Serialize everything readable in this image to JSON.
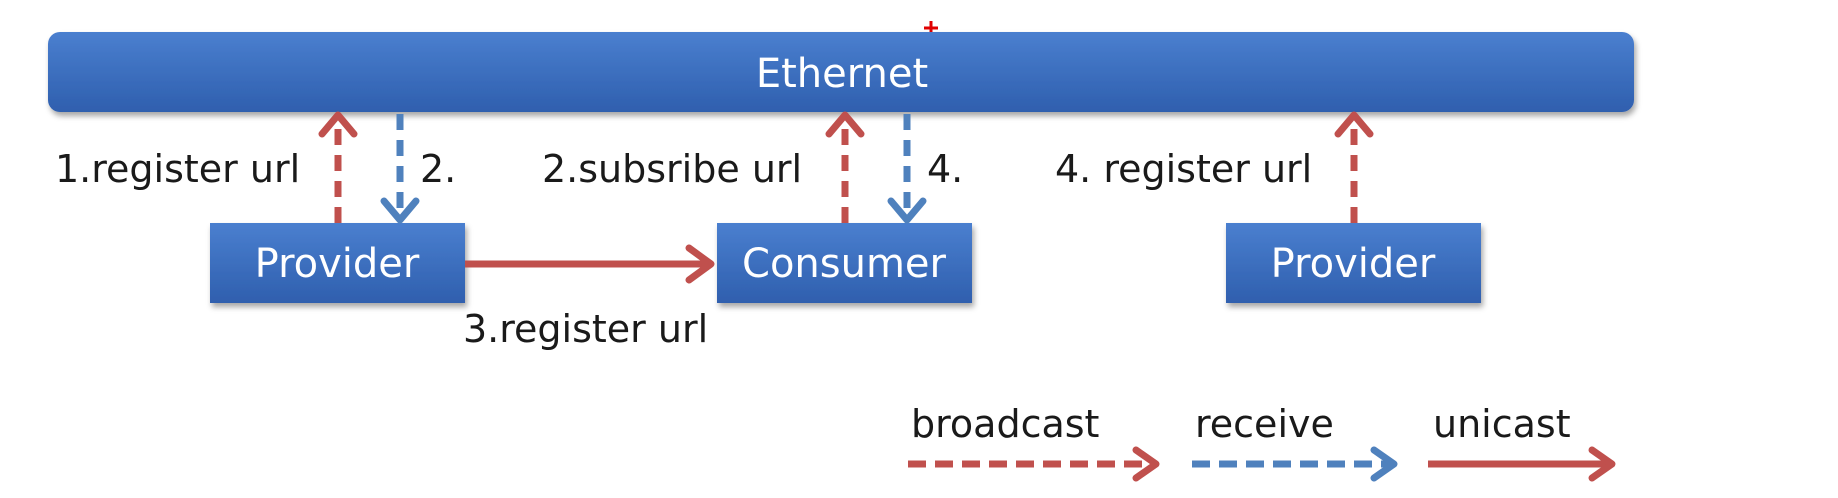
{
  "colors": {
    "box_fill_top": "#4a7fcf",
    "box_fill_bottom": "#2f5fae",
    "box_text": "#ffffff",
    "broadcast": "#c0504d",
    "receive": "#4f81bd",
    "unicast": "#c0504d",
    "marker": "#e00000"
  },
  "bus": {
    "label": "Ethernet"
  },
  "nodes": {
    "provider_1": {
      "label": "Provider"
    },
    "consumer": {
      "label": "Consumer"
    },
    "provider_2": {
      "label": "Provider"
    }
  },
  "arrows": [
    {
      "id": "register-1",
      "from": "provider_1",
      "to": "bus",
      "kind": "broadcast",
      "label": "1.register url"
    },
    {
      "id": "receive-2",
      "from": "bus",
      "to": "provider_1",
      "kind": "receive",
      "label": "2."
    },
    {
      "id": "subscribe-2",
      "from": "consumer",
      "to": "bus",
      "kind": "broadcast",
      "label": "2.subsribe url"
    },
    {
      "id": "receive-4",
      "from": "bus",
      "to": "consumer",
      "kind": "receive",
      "label": "4."
    },
    {
      "id": "register-4",
      "from": "provider_2",
      "to": "bus",
      "kind": "broadcast",
      "label": "4. register url"
    },
    {
      "id": "unicast-3",
      "from": "provider_1",
      "to": "consumer",
      "kind": "unicast",
      "label": "3.register url"
    }
  ],
  "legend": [
    {
      "kind": "broadcast",
      "label": "broadcast",
      "style": "dashed",
      "color": "#c0504d"
    },
    {
      "kind": "receive",
      "label": "receive",
      "style": "dashed",
      "color": "#4f81bd"
    },
    {
      "kind": "unicast",
      "label": "unicast",
      "style": "solid",
      "color": "#c0504d"
    }
  ]
}
